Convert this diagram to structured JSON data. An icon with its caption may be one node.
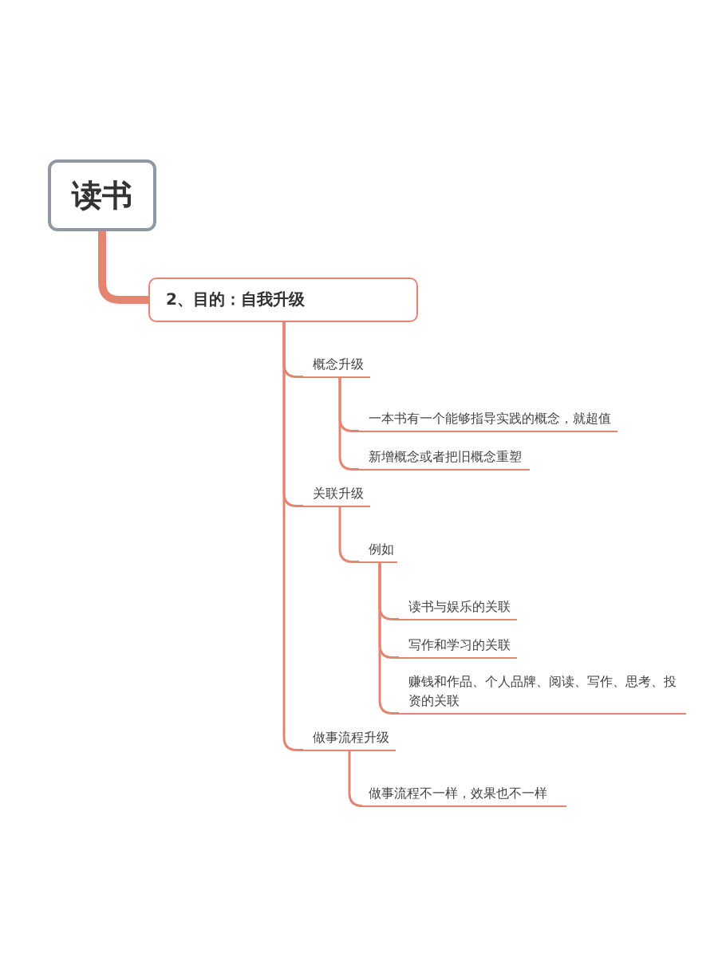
{
  "diagram": {
    "nodes": [
      {
        "text": [
          "读书"
        ]
      },
      {
        "text": [
          "2、目的：自我升级"
        ]
      },
      {
        "text": [
          "概念升级"
        ]
      },
      {
        "text": [
          "一本书有一个能够指导实践的概念，就超值"
        ]
      },
      {
        "text": [
          "新增概念或者把旧概念重塑"
        ]
      },
      {
        "text": [
          "关联升级"
        ]
      },
      {
        "text": [
          "例如"
        ]
      },
      {
        "text": [
          "读书与娱乐的关联"
        ]
      },
      {
        "text": [
          "写作和学习的关联"
        ]
      },
      {
        "text": [
          "赚钱和作品、个人品牌、阅读、写作、思考、投资的关联"
        ]
      },
      {
        "text": [
          "做事流程升级"
        ]
      },
      {
        "text": [
          "做事流程不一样，效果也不一样"
        ]
      }
    ],
    "edges": [
      {
        "from": 0,
        "to": 1,
        "arrow": "none",
        "style": "thick"
      },
      {
        "from": 1,
        "to": 2,
        "arrow": "none"
      },
      {
        "from": 1,
        "to": 5,
        "arrow": "none"
      },
      {
        "from": 1,
        "to": 10,
        "arrow": "none"
      },
      {
        "from": 2,
        "to": 3,
        "arrow": "none"
      },
      {
        "from": 2,
        "to": 4,
        "arrow": "none"
      },
      {
        "from": 5,
        "to": 6,
        "arrow": "none"
      },
      {
        "from": 6,
        "to": 7,
        "arrow": "none"
      },
      {
        "from": 6,
        "to": 8,
        "arrow": "none"
      },
      {
        "from": 6,
        "to": 9,
        "arrow": "none"
      },
      {
        "from": 10,
        "to": 11,
        "arrow": "none"
      }
    ]
  }
}
